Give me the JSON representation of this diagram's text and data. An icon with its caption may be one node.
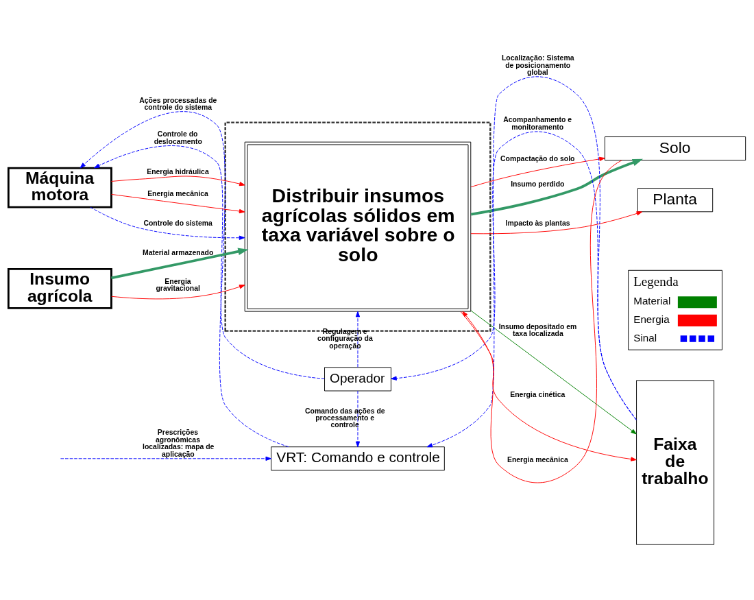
{
  "diagram": {
    "nodes": [
      {
        "text": [
          "VRT: Comando e controle"
        ]
      },
      {
        "text": [
          "Operador"
        ]
      },
      {
        "text": [],
        "shape": "box"
      },
      {
        "text": [
          "Distribuir insumos agrícolas sólidos em taxa variável sobre o solo"
        ],
        "in": 2
      },
      {
        "text": [
          "Máquina motora"
        ]
      },
      {
        "text": [
          "Insumo agrícola"
        ]
      },
      {
        "text": [
          "Faixa de trabalho"
        ]
      },
      {
        "text": [
          "Solo"
        ]
      },
      {
        "text": [
          "Planta"
        ]
      }
    ],
    "edges": [
      {
        "from": null,
        "to": 0,
        "arrow": "to",
        "label": "Prescrições agronômicas localizadas: mapa de aplicação",
        "style": "dashed",
        "color": "#0000ff"
      },
      {
        "from": 0,
        "to": 4,
        "arrow": "to",
        "label": "Ações processadas de controle do sistema",
        "style": "dashed",
        "color": "#0000ff"
      },
      {
        "from": 6,
        "to": 0,
        "arrow": "to",
        "label": "Localização: Sistema de posicionamento global",
        "style": "dashed",
        "color": "#0000ff"
      },
      {
        "from": 1,
        "to": 0,
        "arrow": "to",
        "label": "Comando das ações de processamento e controle",
        "style": "dashed",
        "color": "#0000ff"
      },
      {
        "from": 1,
        "to": 4,
        "arrow": "to",
        "label": "Controle do deslocamento",
        "style": "dashed",
        "color": "#0000ff"
      },
      {
        "from": 6,
        "to": 1,
        "arrow": "to",
        "label": "Acompanhamento e monitoramento",
        "style": "dashed",
        "color": "#0000ff"
      },
      {
        "from": 1,
        "to": 3,
        "arrow": "to",
        "label": "Regulagem e configuração da operação",
        "style": "dashed",
        "color": "#0000ff"
      },
      {
        "from": 4,
        "to": 3,
        "arrow": "to",
        "label": "Controle do sistema",
        "style": "dashed",
        "color": "#0000ff"
      },
      {
        "from": 4,
        "to": 3,
        "arrow": "to",
        "label": "Energia hidráulica",
        "color": "#ff0000"
      },
      {
        "from": 4,
        "to": 3,
        "arrow": "to",
        "label": "Energia mecânica",
        "color": "#ff0000"
      },
      {
        "from": 5,
        "to": 3,
        "arrow": "to",
        "label": "Material armazenado",
        "style": "thick",
        "color": "#339966"
      },
      {
        "from": 5,
        "to": 3,
        "arrow": "to",
        "label": "Energia gravitacional",
        "color": "#ff0000"
      },
      {
        "from": 7,
        "to": 3,
        "arrow": "to",
        "label": "Energia mecânica",
        "color": "#ff0000"
      },
      {
        "from": 3,
        "to": 6,
        "arrow": "to",
        "label": "Insumo depositado em taxa localizada",
        "color": "#008000"
      },
      {
        "from": 3,
        "to": 6,
        "arrow": "to",
        "label": "Energia cinética",
        "color": "#ff0000"
      },
      {
        "from": 3,
        "to": 7,
        "arrow": "to",
        "label": "Compactação do solo",
        "color": "#ff0000"
      },
      {
        "from": 3,
        "to": 7,
        "arrow": "to",
        "label": "Insumo perdido",
        "style": "thick",
        "color": "#339966"
      },
      {
        "from": 3,
        "to": 8,
        "arrow": "to",
        "label": "Impacto às plantas",
        "color": "#ff0000"
      }
    ],
    "labels": [
      "Legenda"
    ],
    "legend": [
      {
        "text": "Material"
      },
      {
        "text": "Energia"
      },
      {
        "text": "Sinal"
      }
    ]
  }
}
